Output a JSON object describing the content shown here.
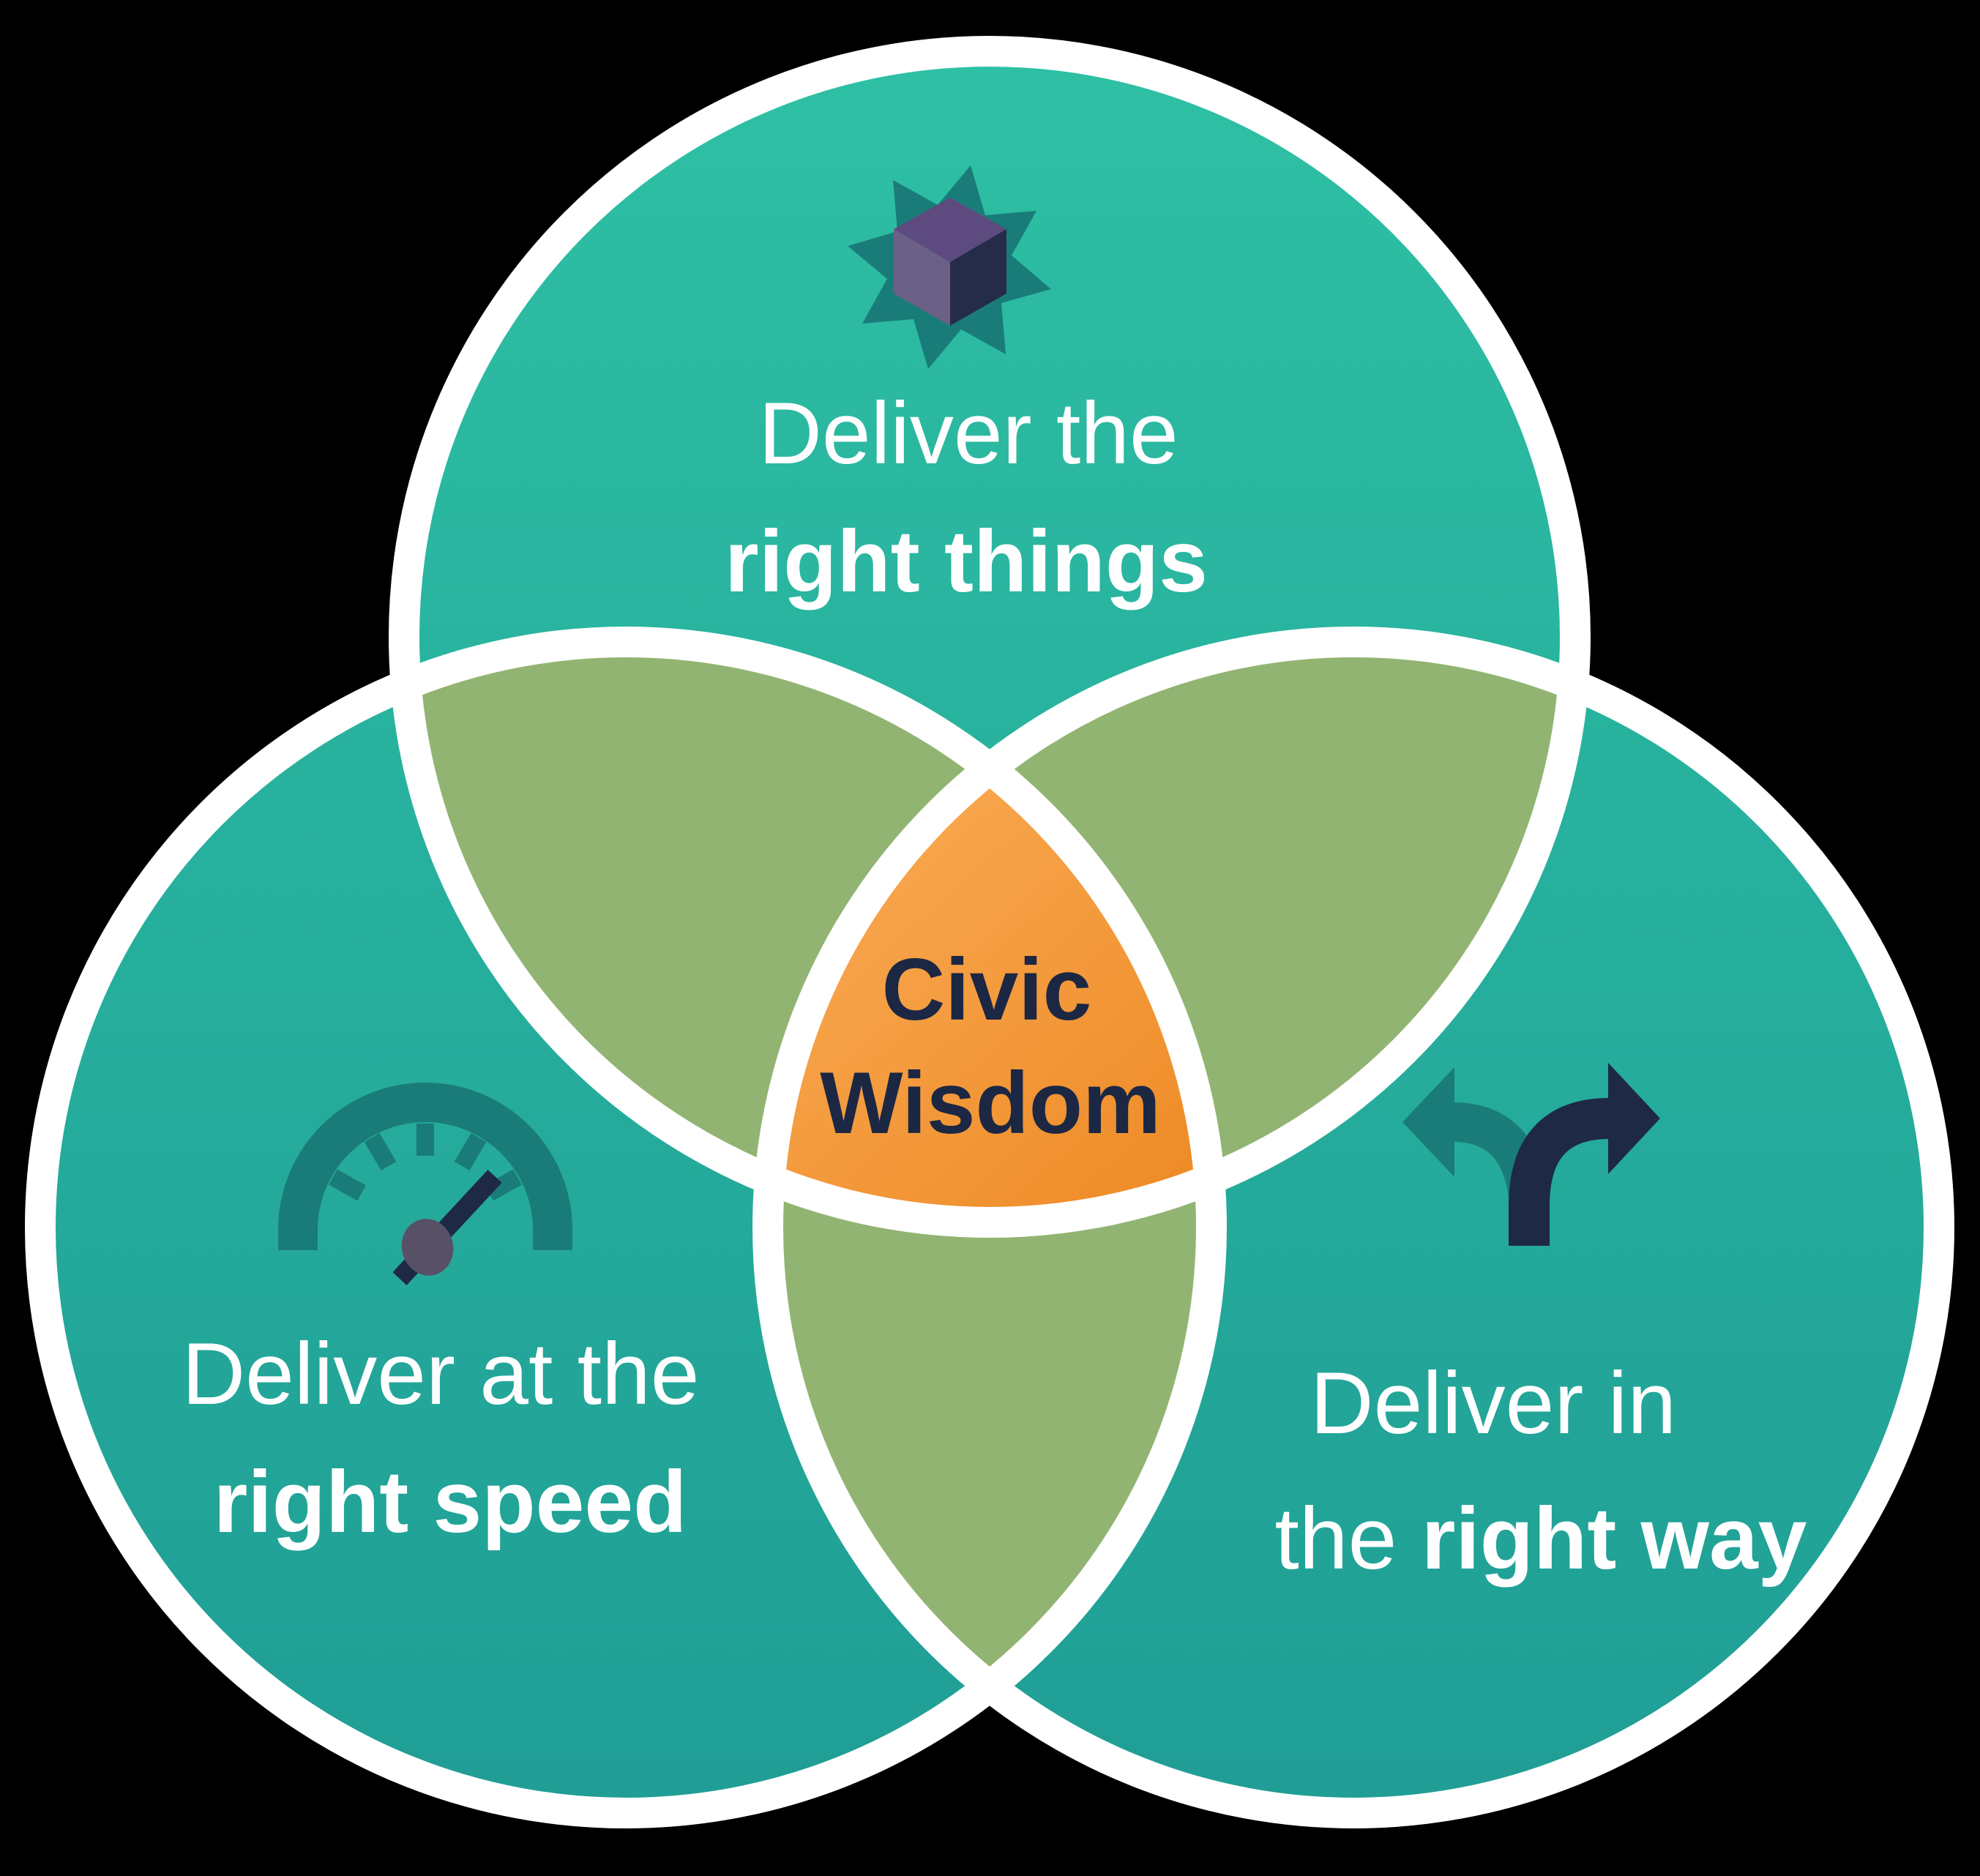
{
  "diagram": {
    "title_semantic": "civic-wisdom-venn-diagram",
    "circles": {
      "top": {
        "icon": "cube-star-icon",
        "line1": "Deliver the",
        "line2_bold": "right things"
      },
      "left": {
        "icon": "speedometer-icon",
        "line1": "Deliver at the",
        "line2_bold": "right speed"
      },
      "right": {
        "icon": "fork-arrows-icon",
        "line1": "Deliver in",
        "line2_prefix": "the ",
        "line2_bold": "right way"
      }
    },
    "center": {
      "line1": "Civic",
      "line2": "Wisdom"
    },
    "colors": {
      "background": "#000000",
      "circle_teal_top": "#2ec0a4",
      "circle_teal_bottom": "#1f9d95",
      "overlap_green": "#92b472",
      "center_orange_light": "#f9a851",
      "center_orange_dark": "#ee8c28",
      "outline_white": "#ffffff",
      "icon_dark_teal": "#1a7c79",
      "icon_navy": "#1e2946",
      "hub_purple_gray": "#575066",
      "cube_top_purple": "#5d4b80",
      "cube_left_purple_gray": "#6a6088",
      "cube_right_navy": "#242c49",
      "label_text": "#ffffff",
      "center_text_navy": "#1c2743"
    }
  }
}
